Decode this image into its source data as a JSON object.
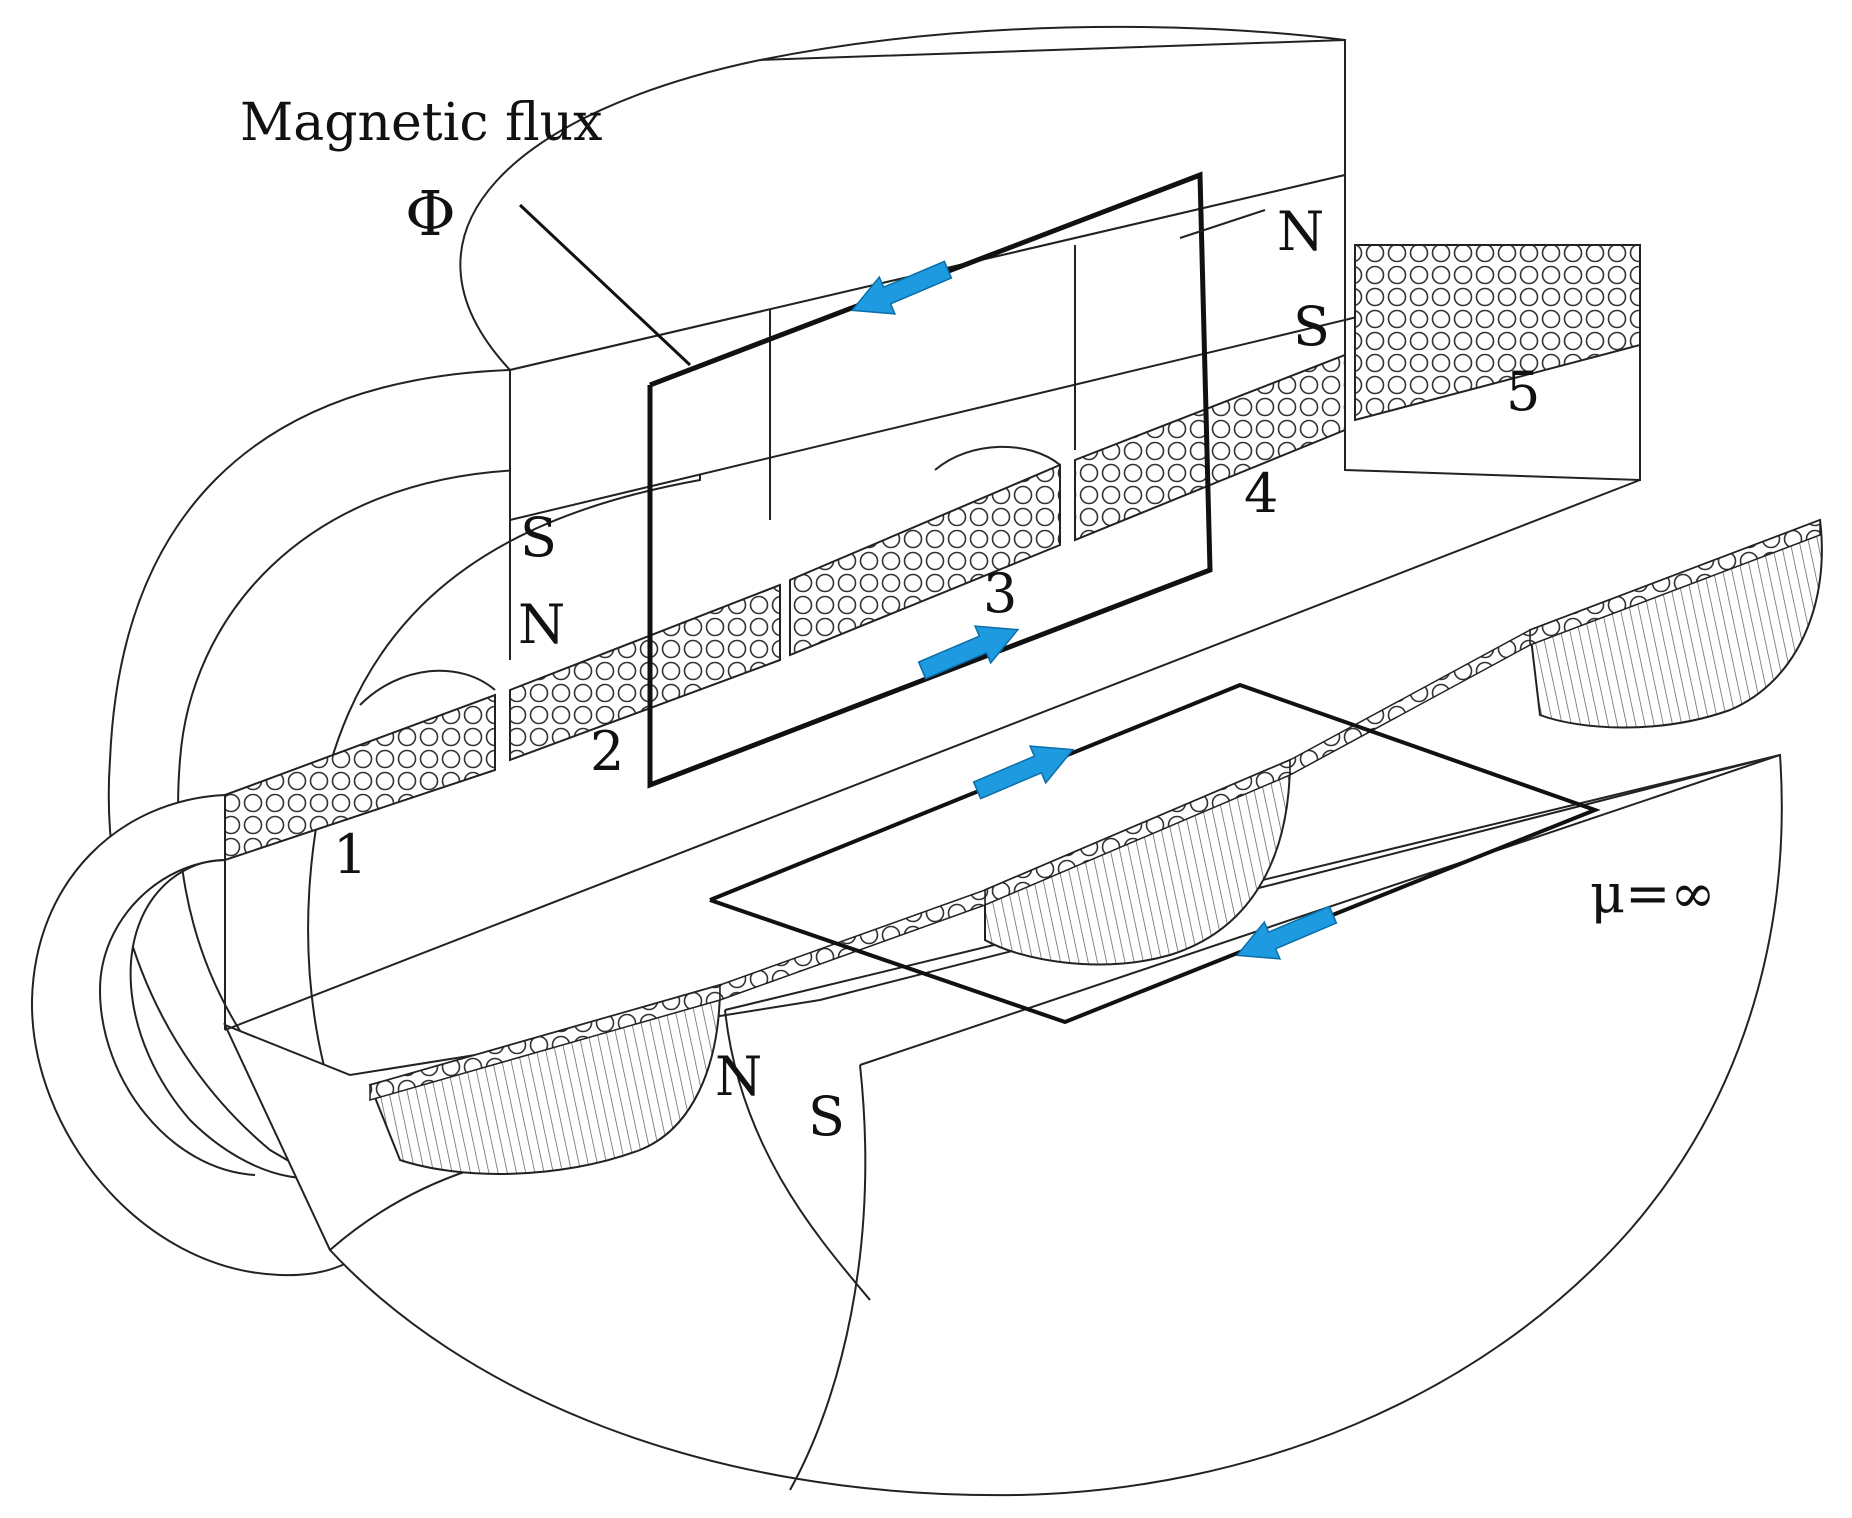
{
  "title": "Magnetic flux",
  "flux_symbol": "Φ",
  "coil_labels": [
    "1",
    "2",
    "3",
    "4",
    "5"
  ],
  "pole_labels": {
    "upper_left_s": "S",
    "upper_left_n": "N",
    "upper_right_n": "N",
    "upper_right_s": "S",
    "lower_n": "N",
    "lower_s": "S"
  },
  "permeability_label": "μ=∞",
  "colors": {
    "flux_arrow": "#1e9be0",
    "outline": "#222222",
    "background": "#ffffff"
  },
  "icons": {
    "flux_arrow": "flux-direction-arrow-icon"
  }
}
